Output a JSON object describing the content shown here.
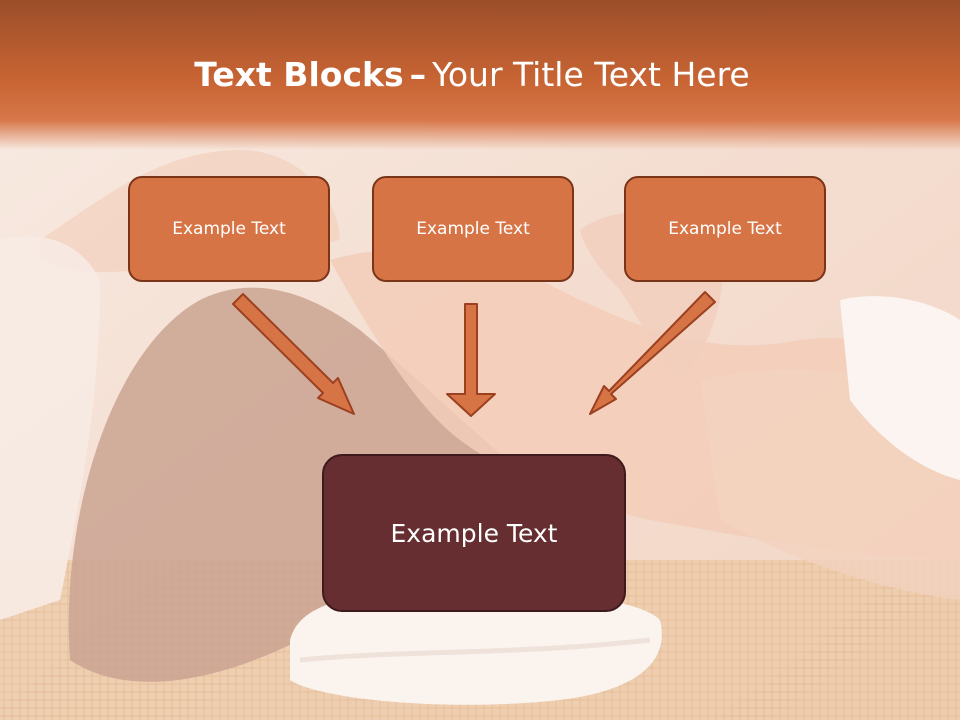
{
  "slide": {
    "title_bold": "Text Blocks",
    "title_dash": "–",
    "title_rest": "Your Title Text Here",
    "boxes": [
      {
        "label": "Example Text"
      },
      {
        "label": "Example Text"
      },
      {
        "label": "Example Text"
      }
    ],
    "result_box": {
      "label": "Example Text"
    }
  },
  "colors": {
    "title_band": "#c96534",
    "box_fill": "#d77446",
    "box_border": "#7a3519",
    "result_fill": "#662e30",
    "arrow_fill": "#d77446",
    "arrow_stroke": "#9b4020"
  }
}
